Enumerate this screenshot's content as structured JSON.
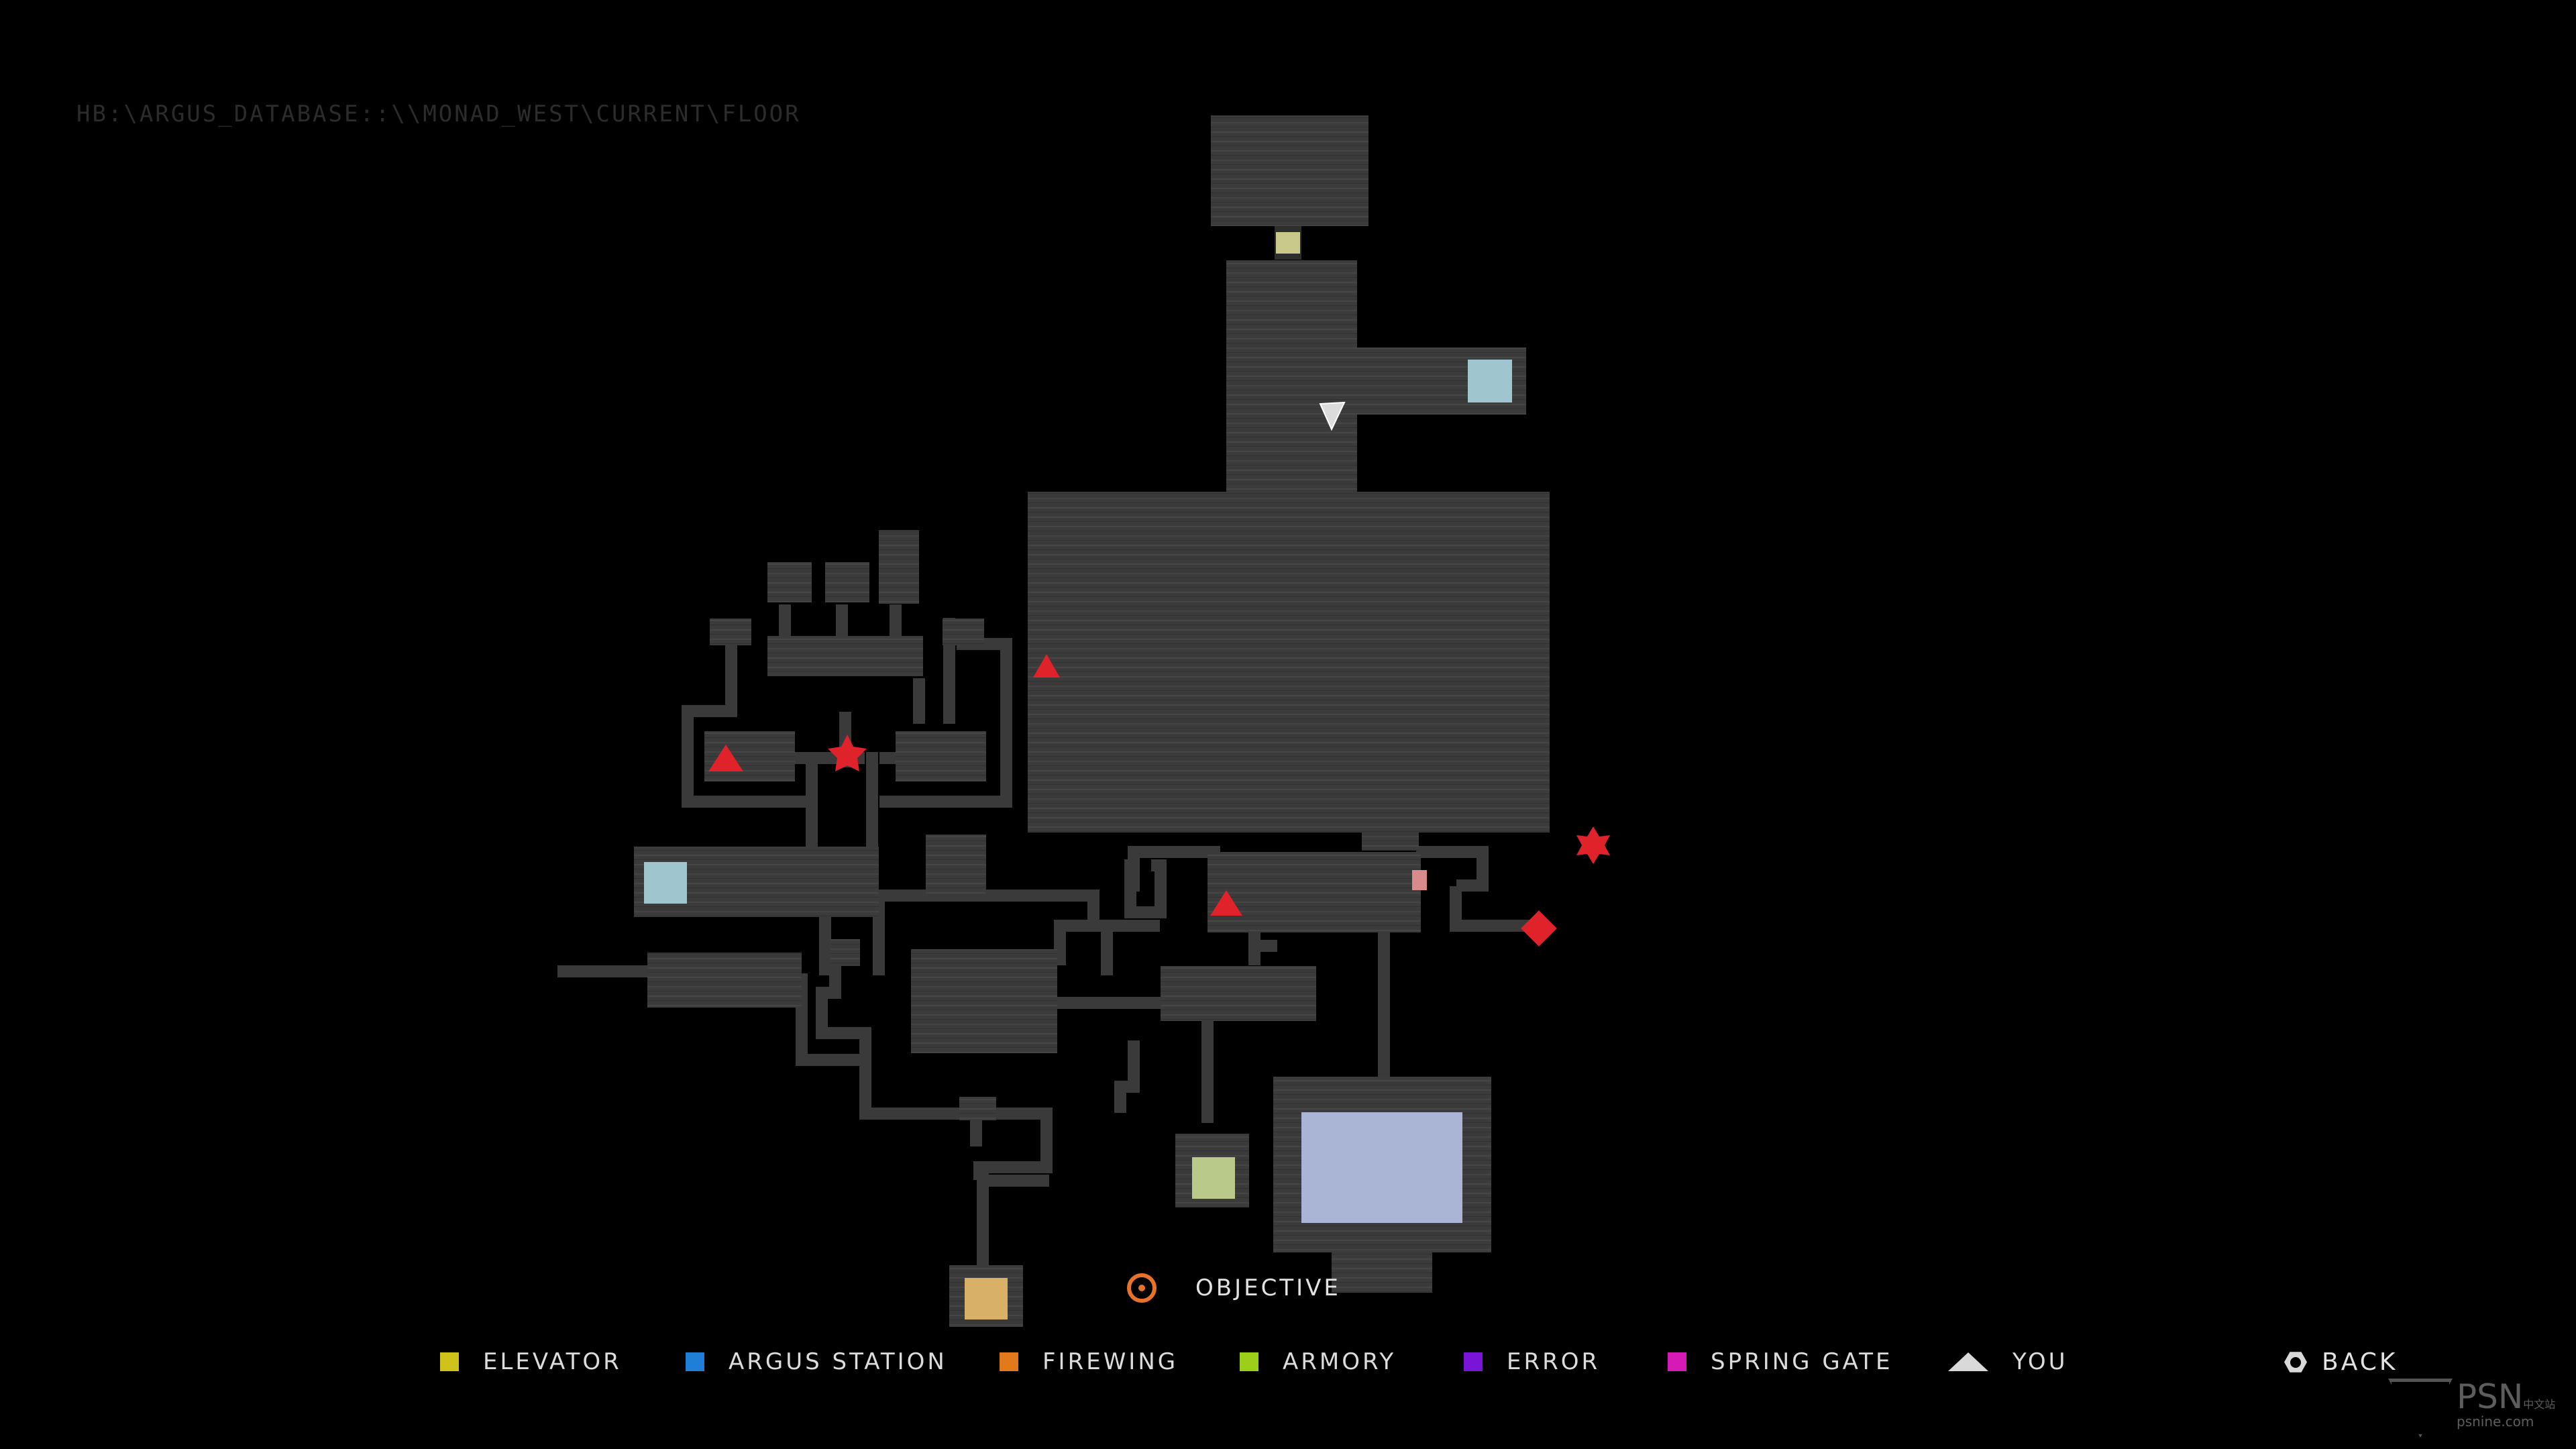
{
  "path": "HB:\\ARGUS_DATABASE::\\\\MONAD_WEST\\CURRENT\\FLOOR",
  "objective_label": "OBJECTIVE",
  "legend": [
    {
      "label": "ELEVATOR",
      "color": "#cfc21a"
    },
    {
      "label": "ARGUS STATION",
      "color": "#1f7fd6"
    },
    {
      "label": "FIREWING",
      "color": "#e07a1a"
    },
    {
      "label": "ARMORY",
      "color": "#9ccf1a"
    },
    {
      "label": "ERROR",
      "color": "#7a14d6"
    },
    {
      "label": "SPRING GATE",
      "color": "#d61ab6"
    },
    {
      "label": "YOU",
      "color": "#d9d9d9",
      "icon": "you-arrow-icon"
    }
  ],
  "back_label": "BACK",
  "back_icon": "hexagon-button-icon",
  "watermark": {
    "brand": "PSN",
    "cn": "中文站",
    "site": "psnine.com"
  },
  "colors": {
    "room": "#3b3b3b",
    "corridor": "#3a3a3a",
    "enemy_marker": "#e0222a",
    "argus_room": "#9fc6cf",
    "elevator_room": "#c9c98a",
    "firewing_room": "#d8b068",
    "armory_room": "#b9c98a",
    "large_terminal": "#aab5d6",
    "door_pink": "#d98a8a"
  }
}
